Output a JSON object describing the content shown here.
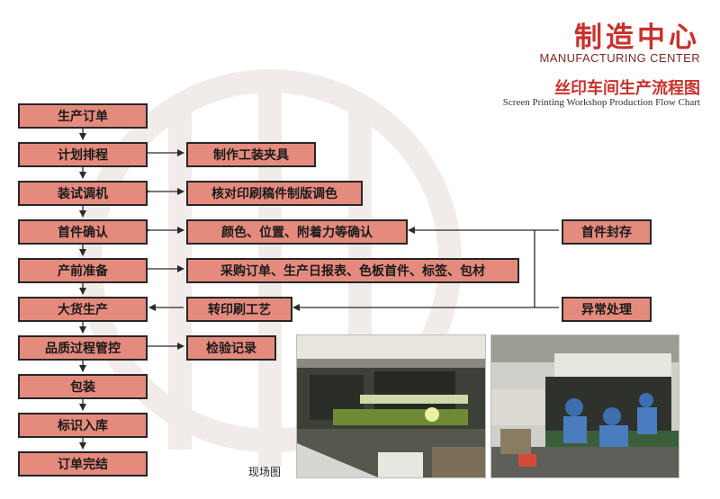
{
  "header": {
    "title": "制造中心",
    "subtitle": "MANUFACTURING CENTER",
    "chart_title_cn": "丝印车间生产流程图",
    "chart_title_en": "Screen Printing Workshop Production Flow Chart"
  },
  "flow_steps": [
    "生产订单",
    "计划排程",
    "装试调机",
    "首件确认",
    "产前准备",
    "大货生产",
    "品质过程管控",
    "包装",
    "标识入库",
    "订单完结"
  ],
  "side_nodes": {
    "fixtures": "制作工装夹具",
    "check_ink": "核对印刷稿件制版调色",
    "first_confirm": "颜色、位置、附着力等确认",
    "prep_items": "采购订单、生产日报表、色板首件、标签、包材",
    "transfer_craft": "转印刷工艺",
    "inspection": "检验记录",
    "first_archive": "首件封存",
    "exception": "异常处理"
  },
  "photo_caption": "现场图",
  "colors": {
    "brand_red": "#c8322c",
    "node_fill": "#e58b7e",
    "node_border": "#262626"
  }
}
